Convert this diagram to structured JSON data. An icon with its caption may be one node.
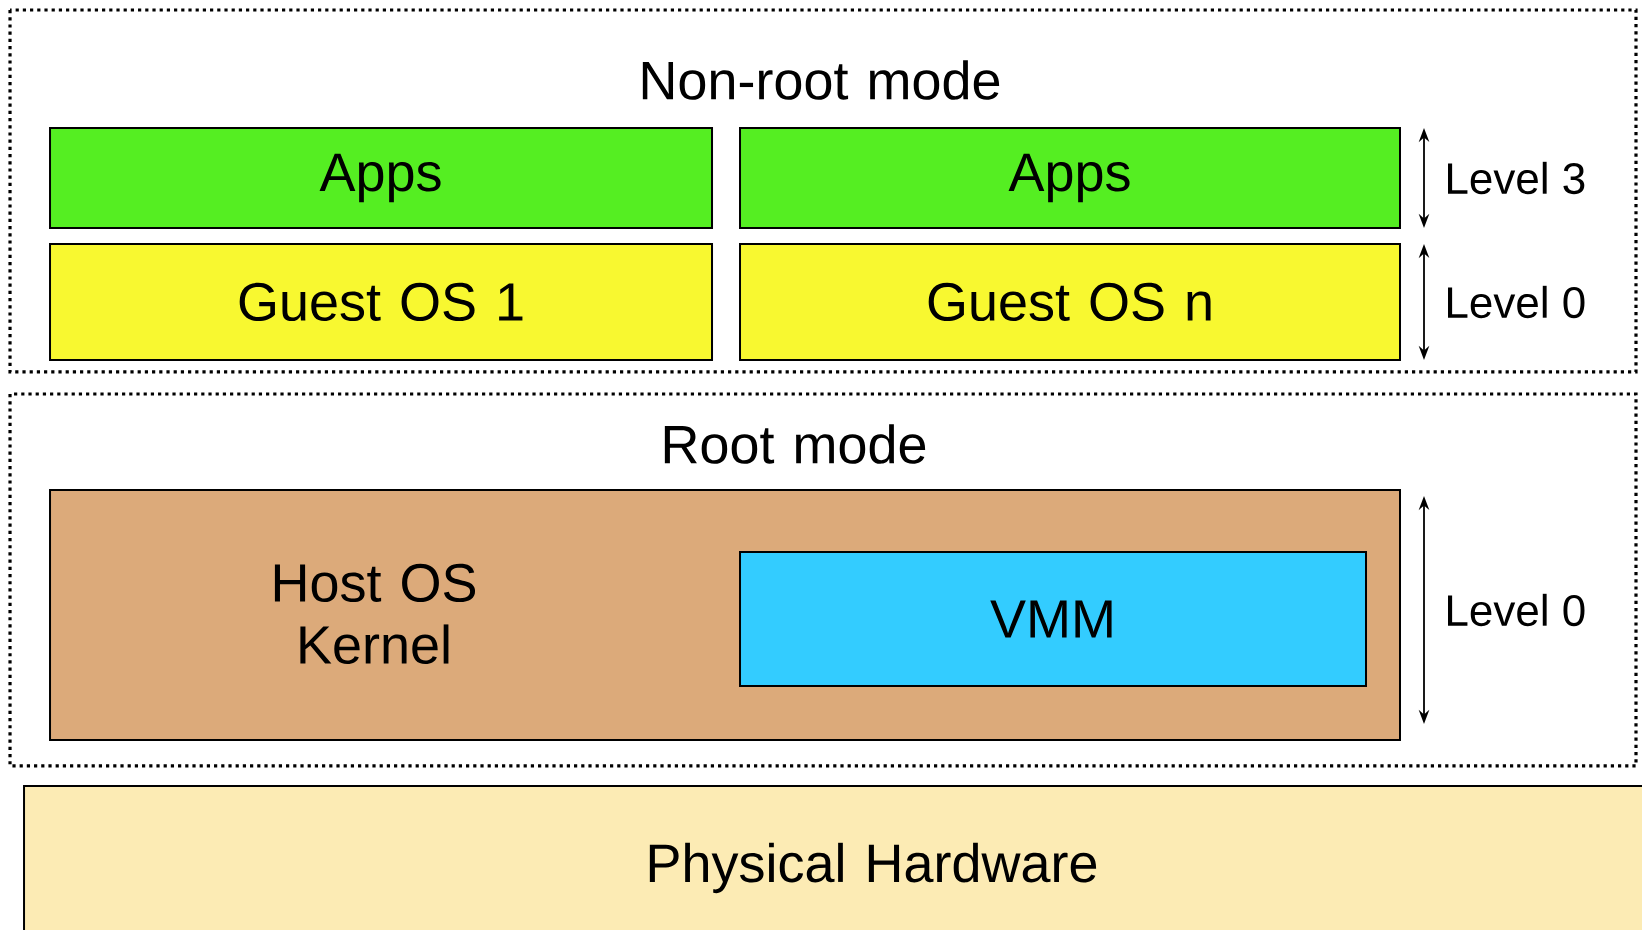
{
  "diagram": {
    "nodes": [
      {
        "text": [
          "Non-root mode"
        ]
      },
      {
        "text": [
          "Apps"
        ],
        "in": 0
      },
      {
        "text": [
          "Apps"
        ],
        "in": 0
      },
      {
        "text": [
          "Guest OS 1"
        ],
        "in": 0
      },
      {
        "text": [
          "Guest OS n"
        ],
        "in": 0
      },
      {
        "text": [
          "Root mode"
        ]
      },
      {
        "text": [
          "Host OS Kernel"
        ],
        "in": 5
      },
      {
        "text": [
          "VMM"
        ],
        "in": 6
      },
      {
        "text": [
          "Physical Hardware"
        ]
      }
    ],
    "labels": [
      "Level 3",
      "Level 0",
      "Level 0"
    ]
  }
}
